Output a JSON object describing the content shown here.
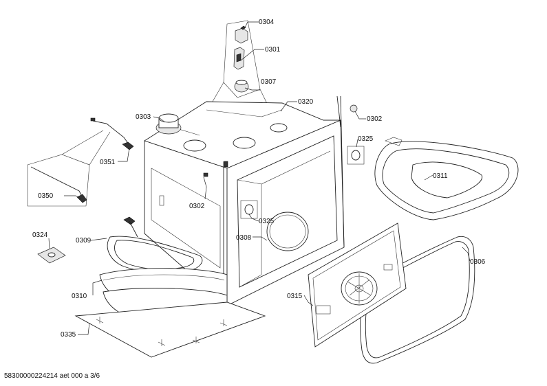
{
  "footer_code": "58300000224214 aet 000 a 3/6",
  "callouts": [
    {
      "id": "c0304",
      "label": "0304"
    },
    {
      "id": "c0301",
      "label": "0301"
    },
    {
      "id": "c0307",
      "label": "0307"
    },
    {
      "id": "c0303",
      "label": "0303"
    },
    {
      "id": "c0320",
      "label": "0320"
    },
    {
      "id": "c0302a",
      "label": "0302"
    },
    {
      "id": "c0325a",
      "label": "0325"
    },
    {
      "id": "c0351",
      "label": "0351"
    },
    {
      "id": "c0350",
      "label": "0350"
    },
    {
      "id": "c0302b",
      "label": "0302"
    },
    {
      "id": "c0311",
      "label": "0311"
    },
    {
      "id": "c0325b",
      "label": "0325"
    },
    {
      "id": "c0324",
      "label": "0324"
    },
    {
      "id": "c0309",
      "label": "0309"
    },
    {
      "id": "c0308",
      "label": "0308"
    },
    {
      "id": "c0306",
      "label": "0306"
    },
    {
      "id": "c0310",
      "label": "0310"
    },
    {
      "id": "c0315",
      "label": "0315"
    },
    {
      "id": "c0335",
      "label": "0335"
    }
  ]
}
